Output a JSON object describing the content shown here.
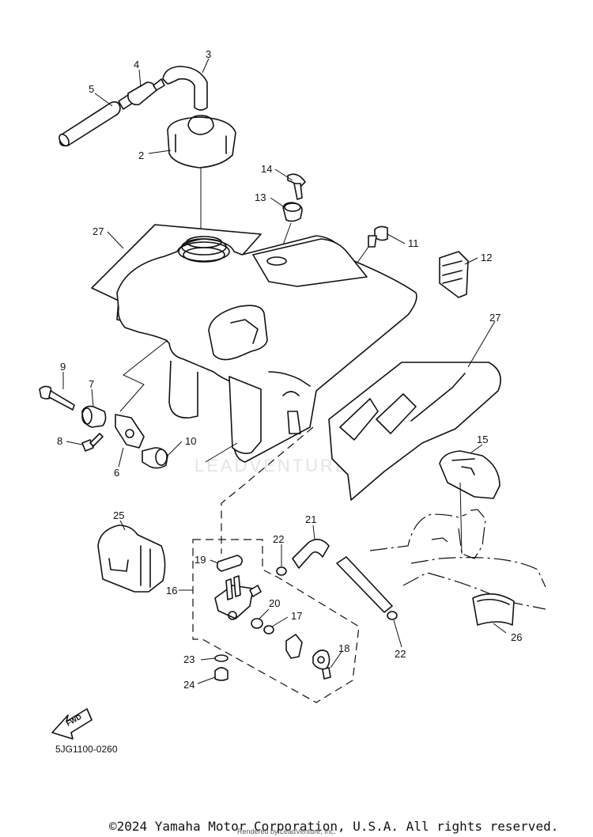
{
  "diagram": {
    "code": "5JG1100-0260",
    "watermark": "LEADVENTURE",
    "fwd_label": "FWD",
    "callouts": [
      "2",
      "3",
      "4",
      "5",
      "6",
      "7",
      "8",
      "9",
      "10",
      "11",
      "12",
      "13",
      "14",
      "15",
      "16",
      "17",
      "18",
      "19",
      "20",
      "21",
      "22",
      "22",
      "23",
      "24",
      "25",
      "26",
      "27",
      "27"
    ]
  },
  "footer": {
    "copyright": "©2024 Yamaha Motor Corporation, U.S.A. All rights reserved.",
    "rendered_by": "Rendered by LeadVenture, Inc."
  }
}
